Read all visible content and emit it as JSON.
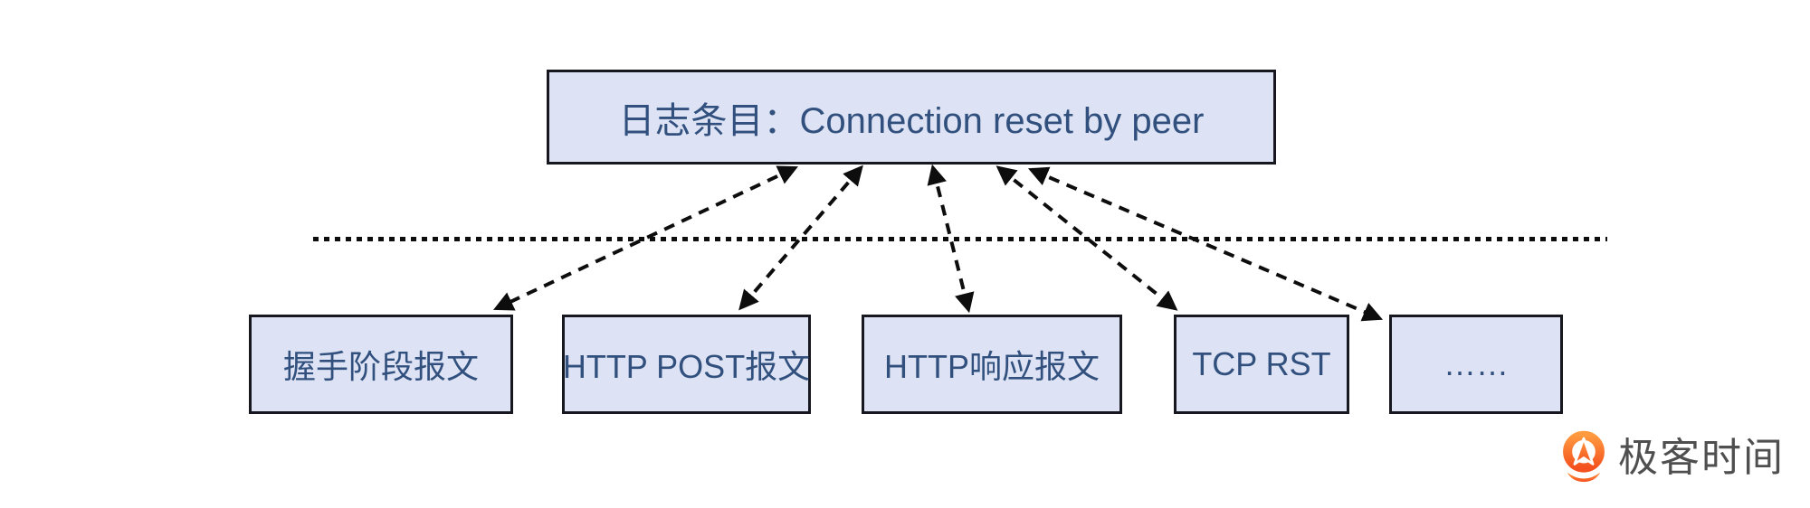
{
  "diagram": {
    "log_box": {
      "label": "日志条目：Connection reset by peer"
    },
    "packet_boxes": [
      {
        "label": "握手阶段报文"
      },
      {
        "label": "HTTP POST报文"
      },
      {
        "label": "HTTP响应报文"
      },
      {
        "label": "TCP RST"
      },
      {
        "label": "……"
      }
    ]
  },
  "logo": {
    "text": "极客时间"
  },
  "colors": {
    "background": "#ffffff",
    "box_fill": "#dde3f4",
    "box_border": "#17181f",
    "box_text": "#31507e",
    "connector": "#0d0d0d",
    "logo_orange": "#f4511e",
    "logo_orange_light": "#ff9a40",
    "logo_text": "#4f4f4f"
  }
}
